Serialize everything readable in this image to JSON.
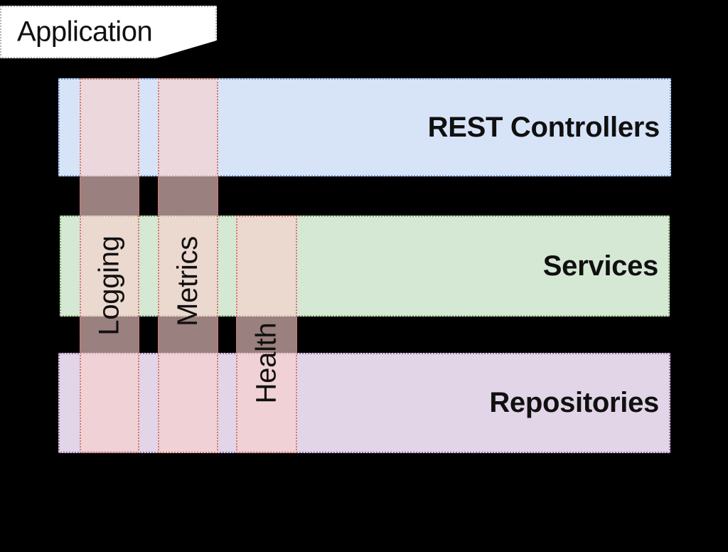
{
  "diagram": {
    "title_tab": {
      "label": "Application"
    },
    "layers": [
      {
        "id": "rest",
        "label": "REST Controllers",
        "fill": "#d7e4f8",
        "border": "#7a9fd4"
      },
      {
        "id": "services",
        "label": "Services",
        "fill": "#d5e8d4",
        "border": "#7aab6e"
      },
      {
        "id": "repositories",
        "label": "Repositories",
        "fill": "#e1d5e7",
        "border": "#9673a6"
      }
    ],
    "cross_cutting_bands": [
      {
        "id": "logging",
        "label": "Logging",
        "fill": "#f8cecc",
        "border": "#cc7a73"
      },
      {
        "id": "metrics",
        "label": "Metrics",
        "fill": "#f8cecc",
        "border": "#cc7a73"
      },
      {
        "id": "health",
        "label": "Health",
        "fill": "#f8cecc",
        "border": "#cc7a73"
      }
    ],
    "background": "#000000"
  }
}
